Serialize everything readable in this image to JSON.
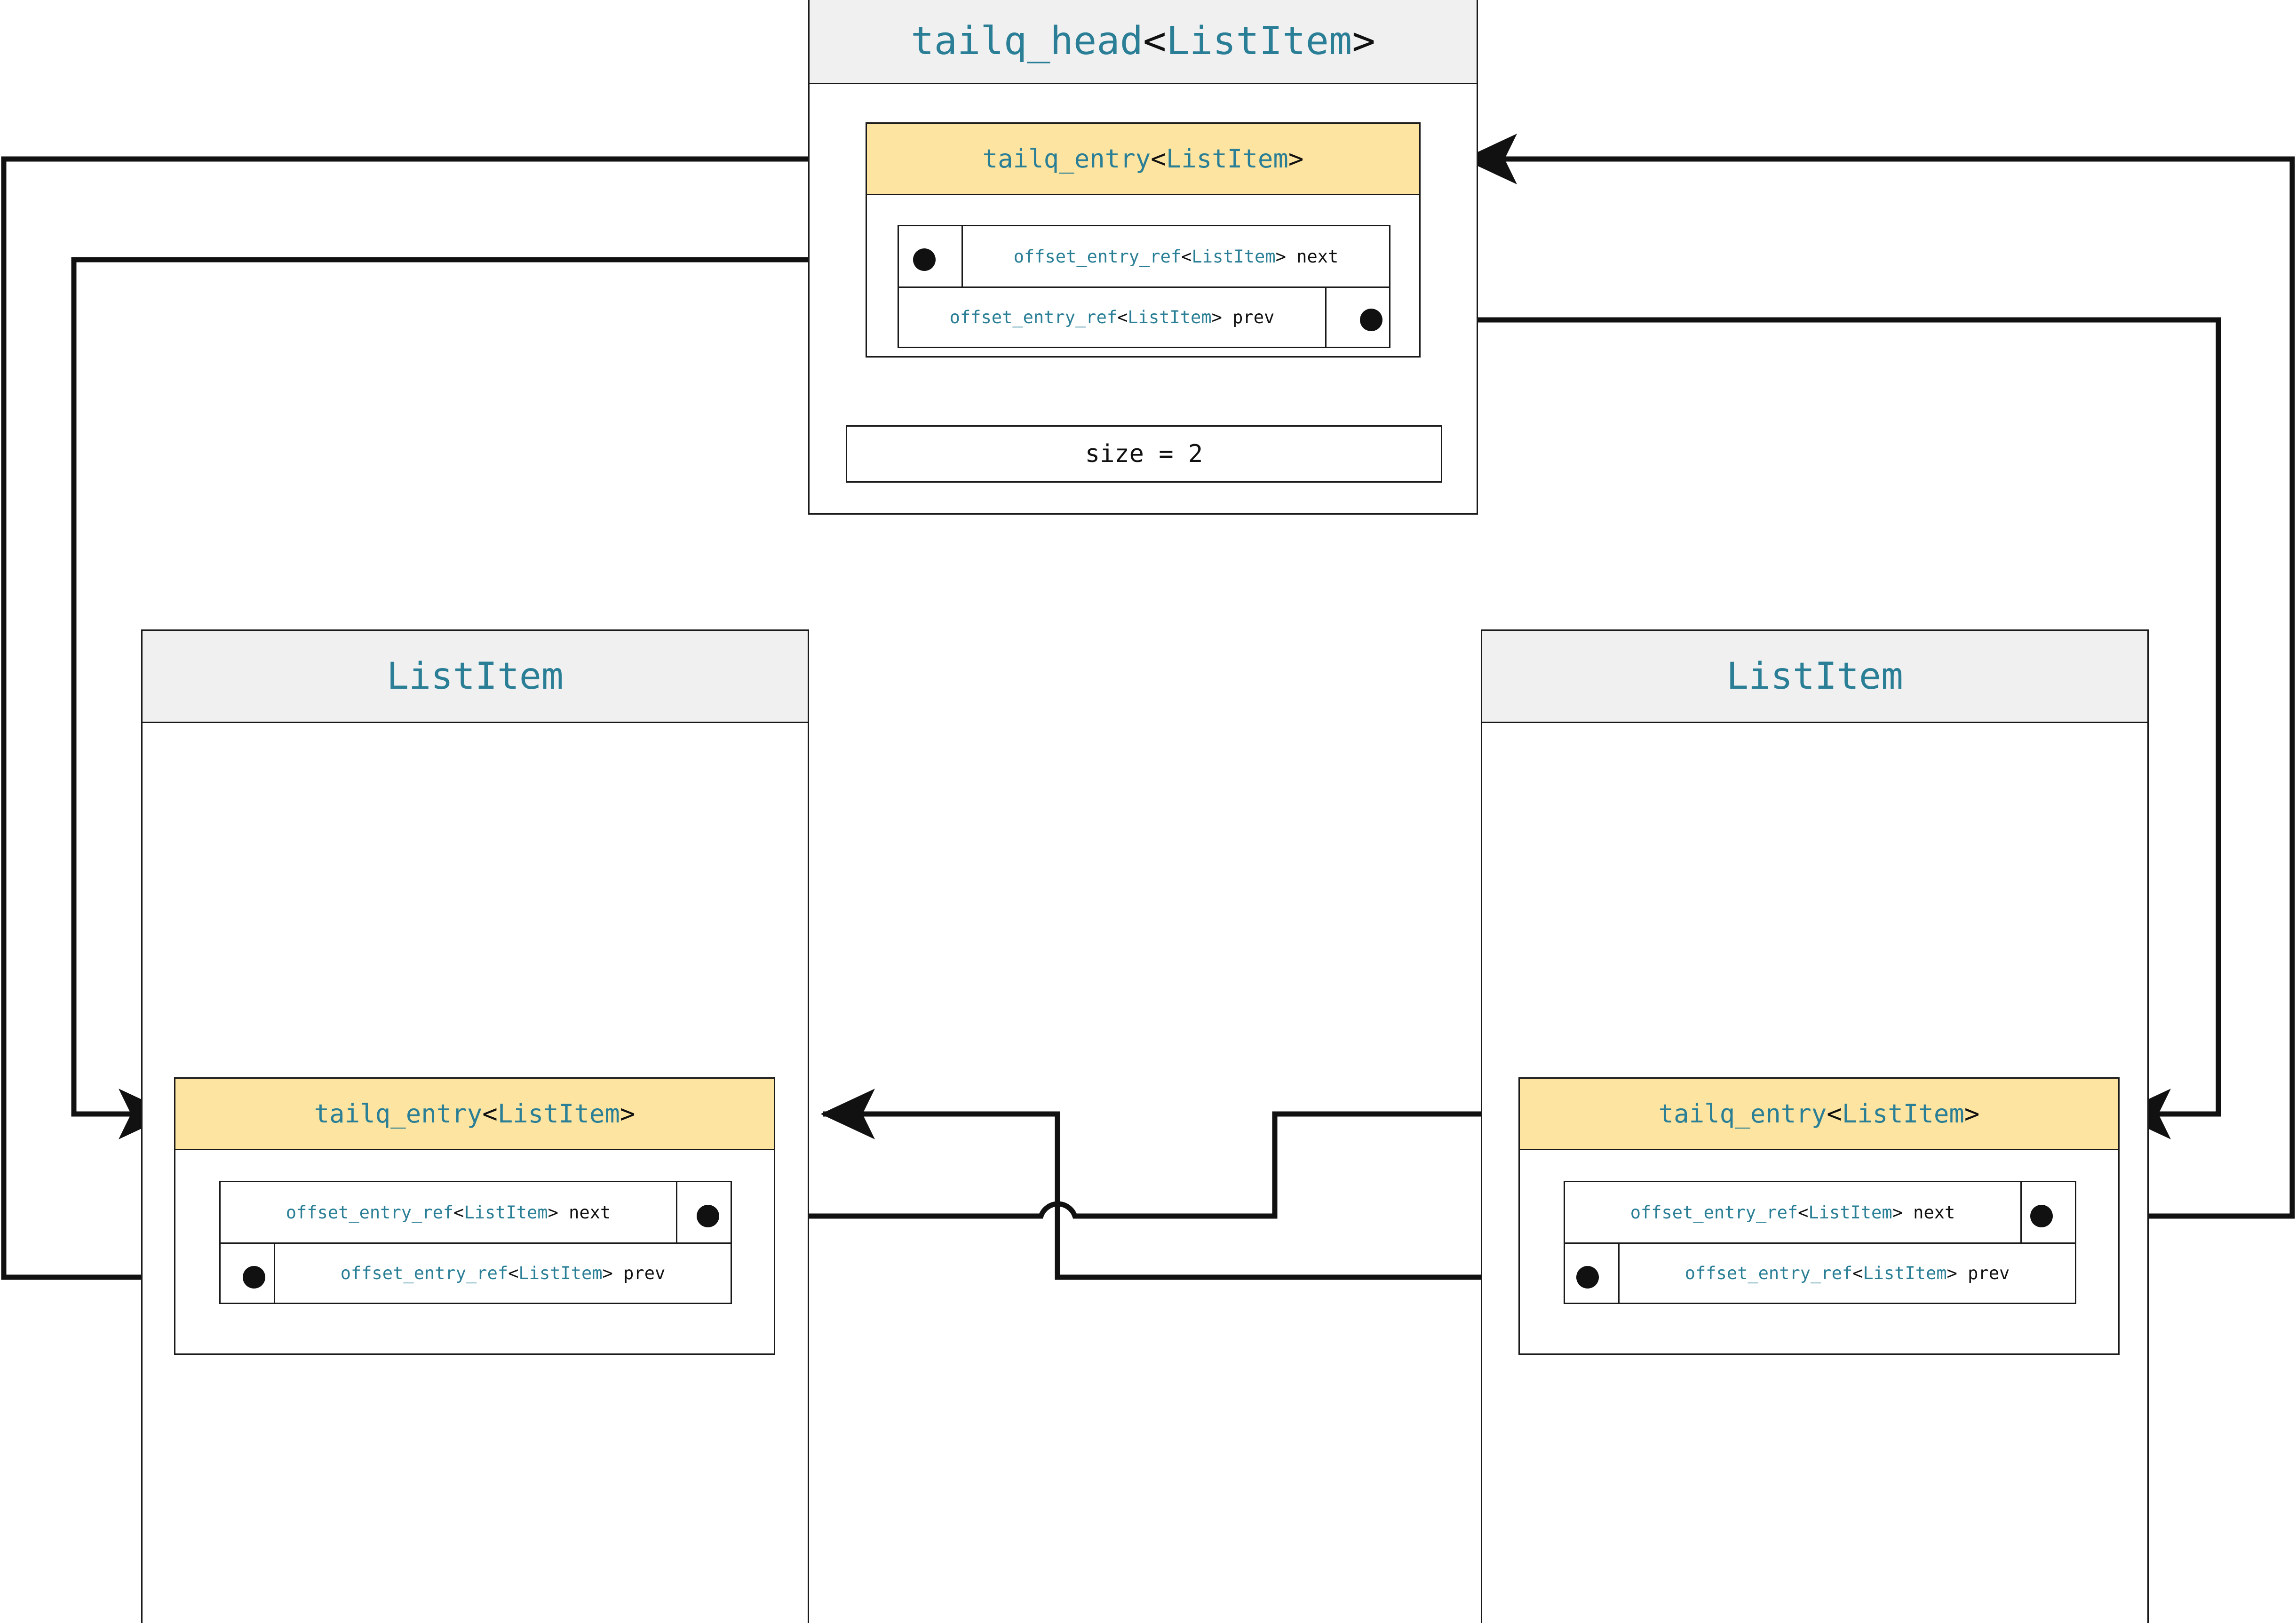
{
  "diagram": {
    "type": "uml-object-diagram",
    "description": "Doubly linked tail queue with head and two ListItem nodes",
    "colors": {
      "type_text": "#2a7f96",
      "entry_header_fill": "#fde4a0",
      "class_header_fill": "#f0f0f0",
      "line": "#1a1a1a",
      "background": "#ffffff"
    }
  },
  "head": {
    "title_type": "tailq_head",
    "title_param": "<ListItem>",
    "entry": {
      "title_type": "tailq_entry",
      "title_param": "<ListItem>",
      "fields": [
        {
          "type": "offset_entry_ref<ListItem>",
          "name": "next",
          "dot_side": "left"
        },
        {
          "type": "offset_entry_ref<ListItem>",
          "name": "prev",
          "dot_side": "right"
        }
      ]
    },
    "size_label": "size = 2"
  },
  "items": [
    {
      "title": "ListItem",
      "entry": {
        "title_type": "tailq_entry",
        "title_param": "<ListItem>",
        "fields": [
          {
            "type": "offset_entry_ref<ListItem>",
            "name": "next",
            "dot_side": "right"
          },
          {
            "type": "offset_entry_ref<ListItem>",
            "name": "prev",
            "dot_side": "left"
          }
        ]
      }
    },
    {
      "title": "ListItem",
      "entry": {
        "title_type": "tailq_entry",
        "title_param": "<ListItem>",
        "fields": [
          {
            "type": "offset_entry_ref<ListItem>",
            "name": "next",
            "dot_side": "right"
          },
          {
            "type": "offset_entry_ref<ListItem>",
            "name": "prev",
            "dot_side": "left"
          }
        ]
      }
    }
  ],
  "links": [
    {
      "from": "head.next",
      "to": "item0.entry",
      "label": ""
    },
    {
      "from": "head.prev",
      "to": "item1.entry",
      "label": ""
    },
    {
      "from": "item0.next",
      "to": "item1.entry",
      "label": ""
    },
    {
      "from": "item0.prev",
      "to": "head.entry",
      "label": ""
    },
    {
      "from": "item1.next",
      "to": "head.entry",
      "label": ""
    },
    {
      "from": "item1.prev",
      "to": "item0.entry",
      "label": ""
    }
  ]
}
